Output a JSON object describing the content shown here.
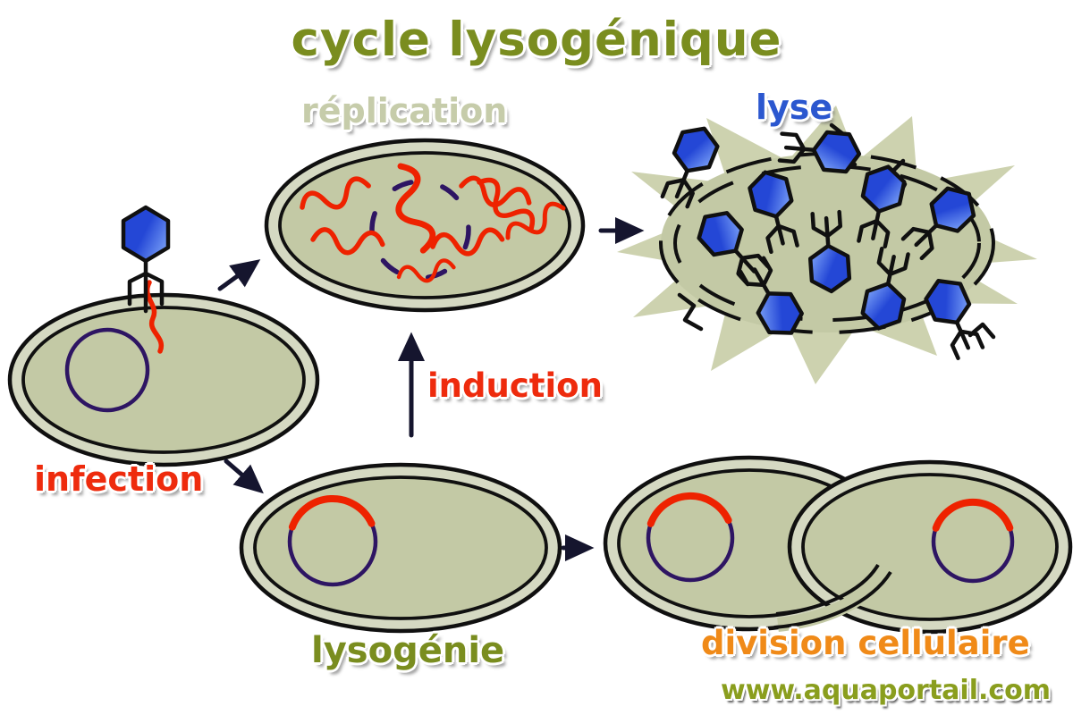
{
  "title": "cycle lysogénique",
  "watermark": "www.aquaportail.com",
  "stages": {
    "replication": "réplication",
    "lyse": "lyse",
    "induction": "induction",
    "infection": "infection",
    "lysogenie": "lysogénie",
    "division": "division cellulaire"
  },
  "colors": {
    "title_olive": "#7a8d1f",
    "label_sage": "#c6ccaa",
    "label_blue": "#2b57cf",
    "label_red": "#ee2b0d",
    "label_orange": "#f08a18",
    "watermark_olive": "#8a9e1e",
    "cell_fill": "#c3c9a5",
    "cell_membrane_gap": "#d5d9c2",
    "cell_outline": "#101010",
    "plasmid_purple": "#2e1563",
    "phage_dna_red": "#ee2200",
    "phage_head_blue": "#2447d6",
    "phage_head_blue_light": "#6d93f2",
    "burst_fill": "#cdd2af",
    "arrow_dark": "#15152e"
  }
}
